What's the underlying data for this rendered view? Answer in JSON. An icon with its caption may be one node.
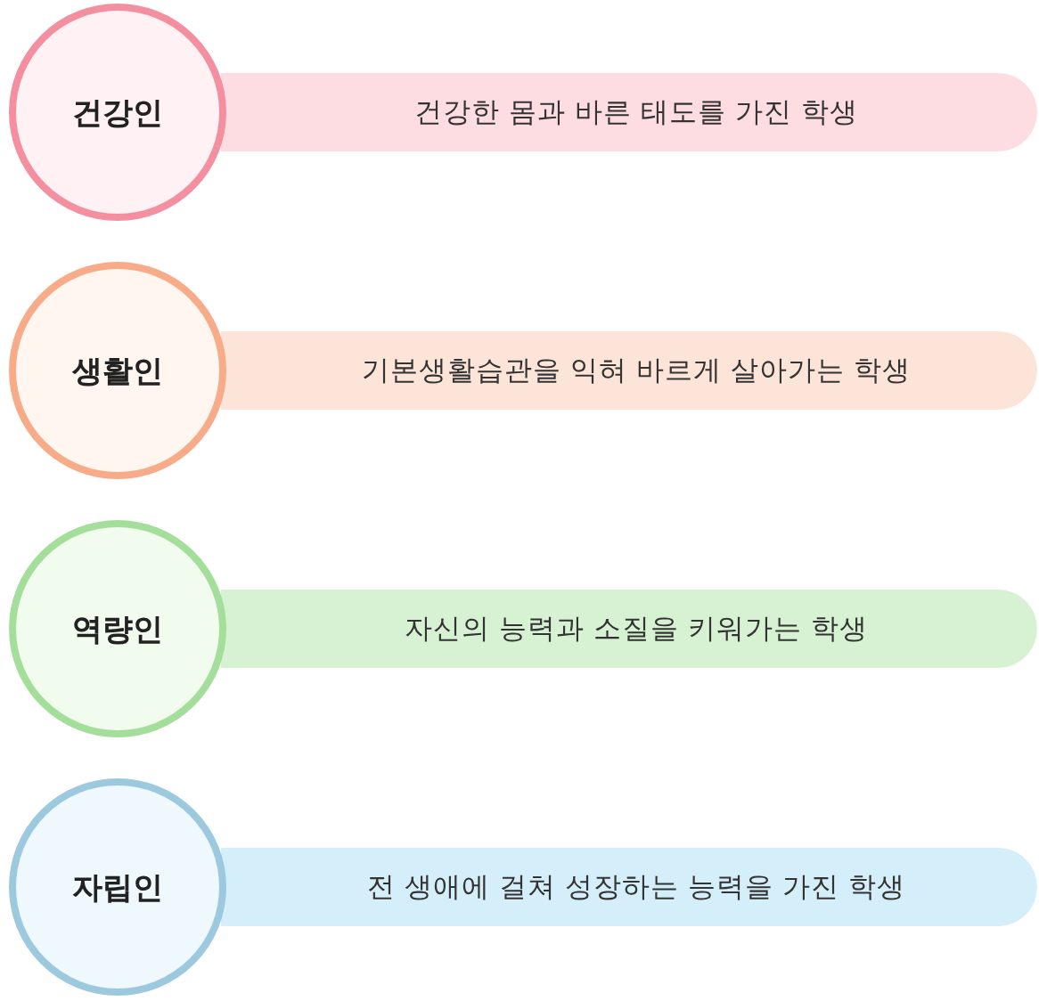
{
  "diagram": {
    "nodes": [
      {
        "text": [
          "건강인"
        ]
      },
      {
        "text": [
          "건강한 몸과 바른 태도를 가진 학생"
        ]
      },
      {
        "text": [
          "생활인"
        ]
      },
      {
        "text": [
          "기본생활습관을 익혀 바르게 살아가는 학생"
        ]
      },
      {
        "text": [
          "역량인"
        ]
      },
      {
        "text": [
          "자신의 능력과 소질을 키워가는 학생"
        ]
      },
      {
        "text": [
          "자립인"
        ]
      },
      {
        "text": [
          "전 생애에 걸쳐 성장하는 능력을 가진 학생"
        ]
      }
    ]
  }
}
